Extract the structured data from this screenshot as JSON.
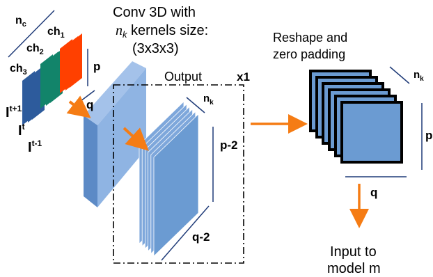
{
  "colors": {
    "red": "#ff4000",
    "green": "#12846a",
    "dark_blue": "#2d5b9c",
    "light_blue": "#6b9bd2",
    "kernel_blue": "#8fb4e3",
    "arrow_orange": "#f57c14",
    "dimension_line": "#1f3b78"
  },
  "labels": {
    "nc": {
      "main": "n",
      "sub": "c"
    },
    "ch1": {
      "main": "ch",
      "sub": "1"
    },
    "ch2": {
      "main": "ch",
      "sub": "2"
    },
    "ch3": {
      "main": "ch",
      "sub": "3"
    },
    "p_in": "p",
    "q_in": "q",
    "it_plus": {
      "main": "I",
      "sup": "t+1"
    },
    "it": {
      "main": "I",
      "sup": "t"
    },
    "it_minus": {
      "main": "I",
      "sup": "t-1"
    },
    "conv_line1": "Conv 3D with",
    "conv_line2_italic": "n",
    "conv_line2_sub": "k",
    "conv_line2_rest": " kernels size:",
    "conv_line3": "(3x3x3)",
    "output": "Output",
    "x1": "x1",
    "nk_out": {
      "main": "n",
      "sub": "k"
    },
    "p2": "p-2",
    "q2": "q-2",
    "reshape_line1": "Reshape and",
    "reshape_line2": "zero padding",
    "nk_right": {
      "main": "n",
      "sub": "k"
    },
    "p_right": "p",
    "q_right": "q",
    "input_line1": "Input to",
    "input_line2": "model m"
  }
}
